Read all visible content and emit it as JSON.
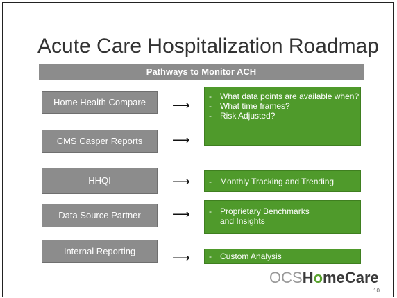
{
  "slide": {
    "title": "Acute Care Hospitalization Roadmap",
    "banner": "Pathways to Monitor ACH",
    "page_number": "10",
    "rows": [
      {
        "source": "Home Health Compare",
        "points": [
          "What data points are available when?",
          "What time frames?",
          "Risk Adjusted?"
        ]
      },
      {
        "source": "CMS Casper Reports"
      },
      {
        "source": "HHQI",
        "points": [
          "Monthly Tracking and Trending"
        ]
      },
      {
        "source": "Data Source Partner",
        "points": [
          "Proprietary Benchmarks and Insights"
        ]
      },
      {
        "source": "Internal Reporting",
        "points": [
          "Custom Analysis"
        ]
      }
    ],
    "arrow_glyph": "⟶"
  },
  "logo": {
    "part1": "OCS",
    "part2": "H",
    "part3": "o",
    "part4": "me",
    "part5": "Care"
  },
  "colors": {
    "gray_box": "#8c8c8c",
    "green_box": "#4f9a2b",
    "logo_green": "#58a22d"
  }
}
